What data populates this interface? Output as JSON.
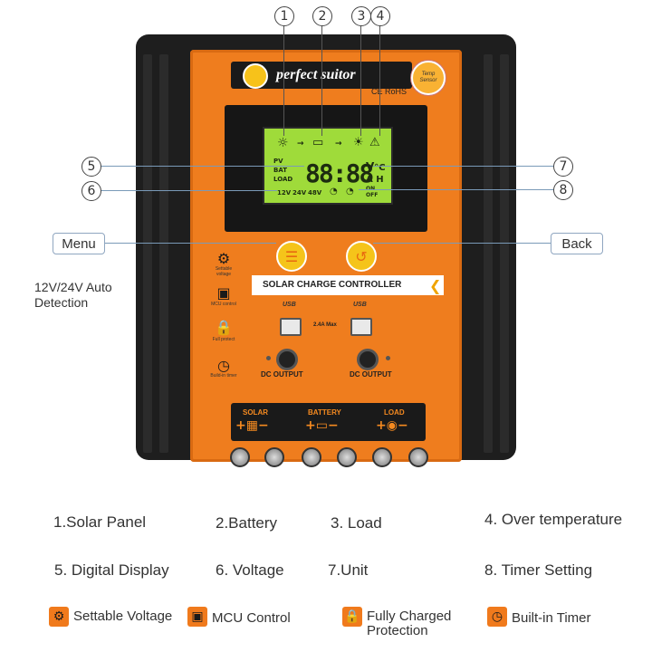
{
  "device": {
    "brand": "perfect suitor",
    "certs": "CE RoHS",
    "temp_sensor": "Temp Sensor",
    "lcd": {
      "pv": "PV",
      "bat": "BAT",
      "load": "LOAD",
      "digits": "88:88",
      "unit_v": "V",
      "unit_c": "°C",
      "unit_ah": "A H",
      "v12": "12V",
      "v24": "24V",
      "v48": "48V",
      "on": "ON",
      "off": "OFF"
    },
    "panel_label": "SOLAR CHARGE CONTROLLER",
    "usb_label": "USB",
    "usb_max": "2.4A Max",
    "dc_output": "DC OUTPUT",
    "terminals": {
      "solar": "SOLAR",
      "battery": "BATTERY",
      "load": "LOAD"
    },
    "side_labels": [
      "Settable voltage",
      "MCU control",
      "Full protect",
      "Build-in timer"
    ]
  },
  "callouts": {
    "top_numbers": [
      "1",
      "2",
      "3",
      "4"
    ],
    "n5": "5",
    "n6": "6",
    "n7": "7",
    "n8": "8",
    "menu": "Menu",
    "back": "Back",
    "auto_detection": "12V/24V Auto Detection"
  },
  "legend": {
    "row1": [
      "1.Solar Panel",
      "2.Battery",
      "3. Load",
      "4. Over temperature"
    ],
    "row2": [
      "5. Digital Display",
      "6. Voltage",
      "7.Unit",
      "8. Timer Setting"
    ]
  },
  "features": [
    {
      "icon": "gear-icon",
      "label": "Settable Voltage"
    },
    {
      "icon": "chip-icon",
      "label": "MCU Control"
    },
    {
      "icon": "lock-icon",
      "label": "Fully Charged Protection"
    },
    {
      "icon": "clock-icon",
      "label": "Built-in Timer"
    }
  ],
  "colors": {
    "accent": "#ef7d1e",
    "lcd": "#9fdb3a",
    "housing": "#1e1e1e"
  }
}
